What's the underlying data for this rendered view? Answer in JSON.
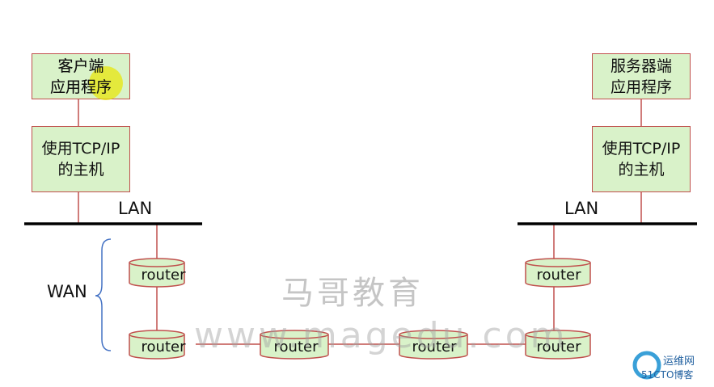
{
  "client": {
    "app_line1": "客户端",
    "app_line2": "应用程序",
    "host_line1": "使用TCP/IP",
    "host_line2": "的主机",
    "lan_label": "LAN"
  },
  "server": {
    "app_line1": "服务器端",
    "app_line2": "应用程序",
    "host_line1": "使用TCP/IP",
    "host_line2": "的主机",
    "lan_label": "LAN"
  },
  "wan_label": "WAN",
  "routers": {
    "left_top": "router",
    "left_bottom": "router",
    "middle_1": "router",
    "middle_2": "router",
    "right_top": "router",
    "right_bottom": "router"
  },
  "watermark": {
    "brand_cn": "马哥教育",
    "url": "www.magedu.com"
  },
  "logo": {
    "line1": "运维网",
    "line2": "51CTO博客"
  },
  "colors": {
    "box_fill": "#d9f2c9",
    "box_border": "#c0504d",
    "router_fill": "#d9f2c9",
    "router_border": "#c0504d",
    "line_color": "#c0504d",
    "lan_bar": "#000000",
    "brace": "#4472c4",
    "highlight": "#e8e600"
  }
}
